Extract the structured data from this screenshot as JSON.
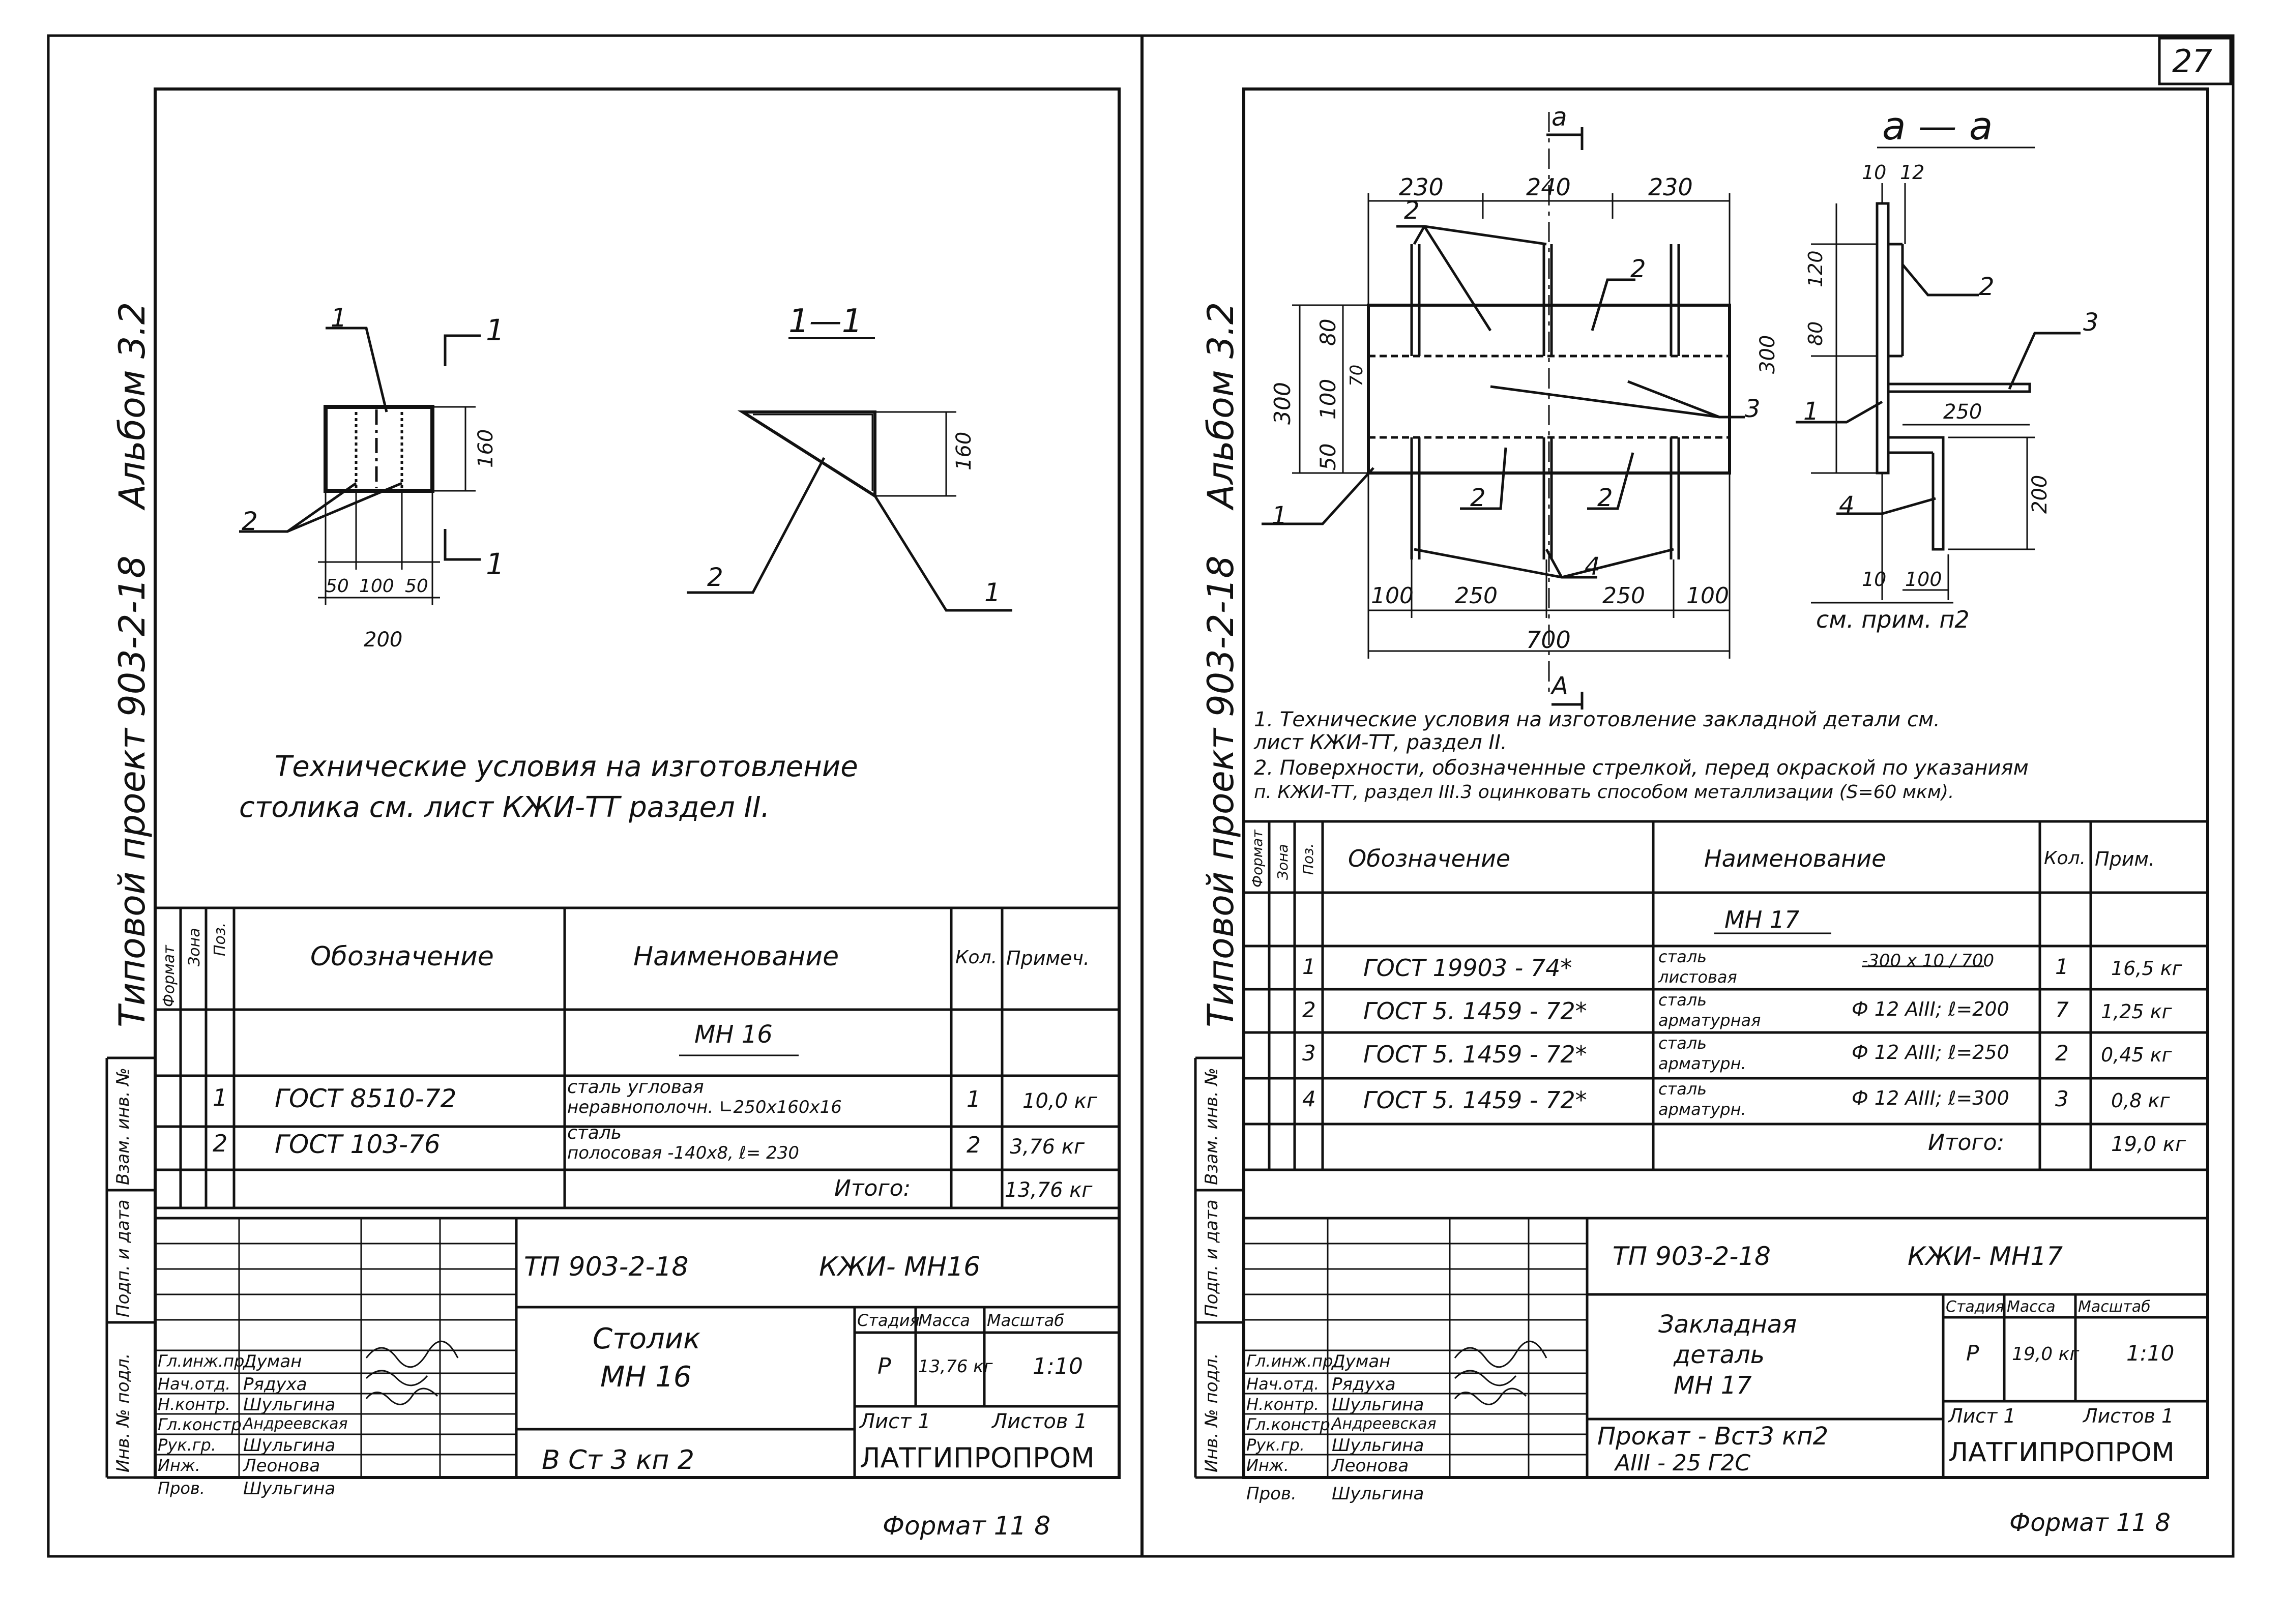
{
  "page_number": "27",
  "left_sheet": {
    "album": "Альбом 3.2",
    "project": "Типовой   проект   903-2-18",
    "section_mark": "1",
    "section_title": "1—1",
    "labels": [
      "1",
      "2",
      "2",
      "1"
    ],
    "dims": {
      "h": "160",
      "w1": "50",
      "w2": "100",
      "w3": "50",
      "total": "200",
      "h2": "160"
    },
    "note_line1": "Технические   условия   на изготовление",
    "note_line2": "столика   см.   лист   КЖИ-ТТ  раздел II.",
    "table": {
      "side_headers": [
        "Формат",
        "Зона",
        "Поз."
      ],
      "headers": [
        "Обозначение",
        "Наименование",
        "Кол.",
        "Примеч."
      ],
      "group": "МН 16",
      "rows": [
        {
          "pos": "1",
          "code": "ГОСТ 8510-72",
          "name1": "сталь угловая",
          "name2": "неравнополочн. ∟250х160х16",
          "qty": "1",
          "note": "10,0 кг"
        },
        {
          "pos": "2",
          "code": "ГОСТ  103-76",
          "name1": "сталь",
          "name2": "полосовая -140х8, ℓ= 230",
          "qty": "2",
          "note": "3,76 кг"
        }
      ],
      "total_label": "Итого:",
      "total": "13,76 кг"
    },
    "side_stamps": [
      "Взам. инв. №",
      "Подп. и дата",
      "Инв. № подл."
    ],
    "title_block": {
      "doc": "ТП 903-2-18",
      "code": "КЖИ- МН16",
      "name1": "Столик",
      "name2": "МН 16",
      "material": "В Ст 3 кп 2",
      "stage_h": "Стадия",
      "mass_h": "Масса",
      "scale_h": "Масштаб",
      "stage": "Р",
      "mass": "13,76 кг",
      "scale": "1:10",
      "sheet": "Лист 1",
      "sheets": "Листов 1",
      "org": "ЛАТГИПРОПРОМ",
      "roles": [
        "Гл.инж.пр.",
        "Нач.отд.",
        "Н.контр.",
        "Гл.констр.",
        "Рук.гр.",
        "Инж.",
        "Пров."
      ],
      "names": [
        "Думан",
        "Рядуха",
        "Шульгина",
        "Андреевская",
        "Шульгина",
        "Леонова",
        "Шульгина"
      ],
      "format": "Формат 11 8"
    }
  },
  "right_sheet": {
    "album": "Альбом 3.2",
    "project": "Типовой   проект   903-2-18",
    "section_mark_a": "а",
    "section_mark_A": "А",
    "section_title": "а — а",
    "plan_dims_top": [
      "230",
      "240",
      "230"
    ],
    "plan_dims_left": [
      "300",
      "80",
      "70",
      "100",
      "50"
    ],
    "plan_dims_bottom": [
      "100",
      "250",
      "250",
      "100"
    ],
    "plan_total": "700",
    "sect_dims": [
      "10",
      "12",
      "120",
      "80",
      "300",
      "250",
      "200",
      "10",
      "100"
    ],
    "labels": [
      "2",
      "2",
      "3",
      "1",
      "2",
      "2",
      "4",
      "1",
      "2",
      "3",
      "4"
    ],
    "see_note": "см. прим. п2",
    "note1": "1. Технические   условия  на изготовление закладной детали см.",
    "note1b": "    лист КЖИ-ТТ, раздел II.",
    "note2": "2. Поверхности, обозначенные стрелкой, перед окраской по указаниям",
    "note2b": "    п. КЖИ-ТТ, раздел III.3 оцинковать способом металлизации (S=60 мкм).",
    "table": {
      "headers": [
        "Обозначение",
        "Наименование",
        "Кол.",
        "Прим."
      ],
      "group": "МН 17",
      "rows": [
        {
          "pos": "1",
          "code": "ГОСТ  19903 - 74*",
          "name1": "сталь",
          "name2": "листовая",
          "spec": "-300 x 10 / 700",
          "qty": "1",
          "note": "16,5 кг"
        },
        {
          "pos": "2",
          "code": "ГОСТ  5. 1459 - 72*",
          "name1": "сталь",
          "name2": "арматурная",
          "spec": "Ф 12 AIII; ℓ=200",
          "qty": "7",
          "note": "1,25 кг"
        },
        {
          "pos": "3",
          "code": "ГОСТ  5. 1459 - 72*",
          "name1": "сталь",
          "name2": "арматурн.",
          "spec": "Ф 12 AIII; ℓ=250",
          "qty": "2",
          "note": "0,45 кг"
        },
        {
          "pos": "4",
          "code": "ГОСТ  5. 1459 - 72*",
          "name1": "сталь",
          "name2": "арматурн.",
          "spec": "Ф 12 AIII; ℓ=300",
          "qty": "3",
          "note": "0,8 кг"
        }
      ],
      "total_label": "Итого:",
      "total": "19,0 кг"
    },
    "title_block": {
      "doc": "ТП 903-2-18",
      "code": "КЖИ- МН17",
      "name1": "Закладная",
      "name2": "деталь",
      "name3": "МН 17",
      "material1": "Прокат - Вст3 кп2",
      "material2": "AIII - 25 Г2С",
      "stage": "Р",
      "mass": "19,0 кг",
      "scale": "1:10",
      "stage_h": "Стадия",
      "mass_h": "Масса",
      "scale_h": "Масштаб",
      "sheet": "Лист 1",
      "sheets": "Листов 1",
      "org": "ЛАТГИПРОПРОМ",
      "roles": [
        "Гл.инж.пр.",
        "Нач.отд.",
        "Н.контр.",
        "Гл.констр.",
        "Рук.гр.",
        "Инж.",
        "Пров."
      ],
      "names": [
        "Думан",
        "Рядуха",
        "Шульгина",
        "Андреевская",
        "Шульгина",
        "Леонова",
        "Шульгина"
      ],
      "format": "Формат 11 8"
    }
  }
}
